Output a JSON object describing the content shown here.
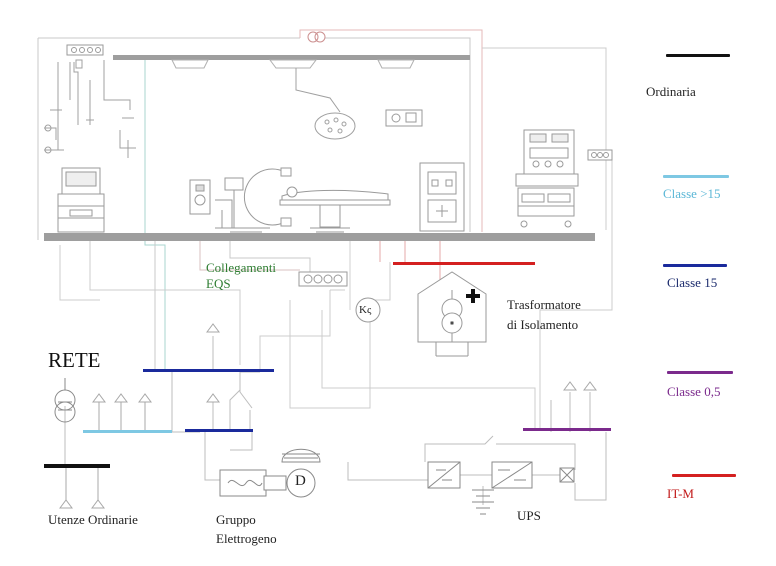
{
  "labels": {
    "rete": "RETE",
    "utenze": "Utenze Ordinarie",
    "gruppo_1": "Gruppo",
    "gruppo_2": "Elettrogeno",
    "ups": "UPS",
    "eqs_1": "Collegamenti",
    "eqs_2": "EQS",
    "trasf_1": "Trasformatore",
    "trasf_2": "di Isolamento",
    "kc": "Kς",
    "diesel": "D"
  },
  "legend": [
    {
      "label": "Ordinaria",
      "color": "#111111",
      "text_color": "#222222"
    },
    {
      "label": "Classe >15",
      "color": "#7ec8e3",
      "text_color": "#5bb7d6"
    },
    {
      "label": "Classe 15",
      "color": "#1a2a9c",
      "text_color": "#1a2a6c"
    },
    {
      "label": "Classe 0,5",
      "color": "#7b2a8c",
      "text_color": "#7b2a8c"
    },
    {
      "label": "IT-M",
      "color": "#d42020",
      "text_color": "#c21a1a"
    }
  ],
  "colors": {
    "wire": "#bdbdbd",
    "wire_red": "#e8b0b0",
    "wire_teal": "#a8d0cc",
    "equipment": "#9a9a9a",
    "eqs_text": "#2e7d32",
    "floor": "#9e9e9e"
  }
}
